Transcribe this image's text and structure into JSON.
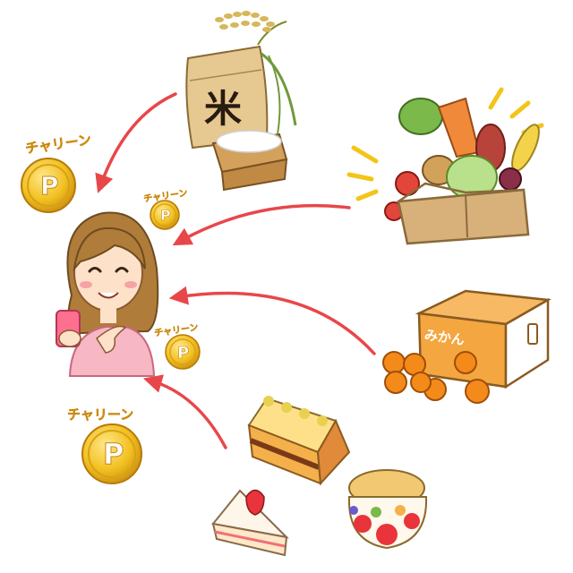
{
  "coin_labels": {
    "top_left": "チャリーン",
    "small_top": "チャリーン",
    "small_mid": "チャリーン",
    "bottom_left": "チャリーン"
  },
  "coin_symbol": "P",
  "rice_bag_label": "米",
  "mikan_box_label": "みかん",
  "colors": {
    "arrow": "#e8474a",
    "coin": "#f2c021",
    "box": "#f4a640",
    "hair": "#b07c3a",
    "phone": "#ff6f8e"
  },
  "icons": [
    "coin-icon",
    "rice-icon",
    "vegetable-box-icon",
    "mikan-box-icon",
    "cake-icon",
    "woman-with-phone-icon"
  ]
}
